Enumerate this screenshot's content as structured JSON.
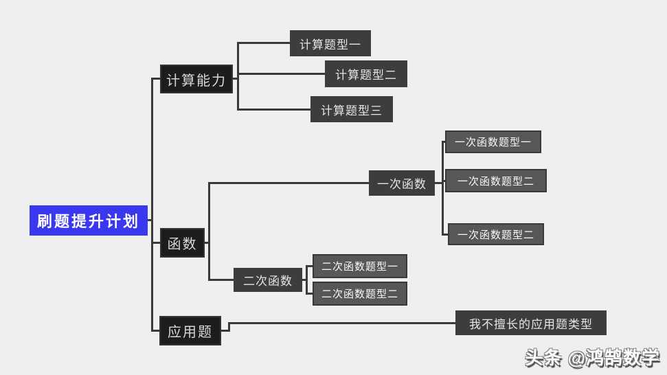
{
  "mindmap": {
    "root": {
      "label": "刷题提升计划"
    },
    "branches": [
      {
        "label": "计算能力",
        "children": [
          {
            "label": "计算题型一"
          },
          {
            "label": "计算题型二"
          },
          {
            "label": "计算题型三"
          }
        ]
      },
      {
        "label": "函数",
        "children": [
          {
            "label": "一次函数",
            "children": [
              {
                "label": "一次函数题型一"
              },
              {
                "label": "一次函数题型二"
              },
              {
                "label": "一次函数题型二"
              }
            ]
          },
          {
            "label": "二次函数",
            "children": [
              {
                "label": "二次函数题型一"
              },
              {
                "label": "二次函数题型二"
              }
            ]
          }
        ]
      },
      {
        "label": "应用题",
        "children": [
          {
            "label": "我不擅长的应用题类型"
          }
        ]
      }
    ]
  },
  "watermark": {
    "text": "头条 @鸿鹄数学"
  },
  "colors": {
    "canvas_bg": "#efefef",
    "root_bg": "#3a38ee",
    "branch_bg": "#1d1d1d",
    "node_bg": "#3d3d3d",
    "leaf_bg": "#575757",
    "connector": "#3a3a3a",
    "watermark_text": "#ffffff"
  }
}
